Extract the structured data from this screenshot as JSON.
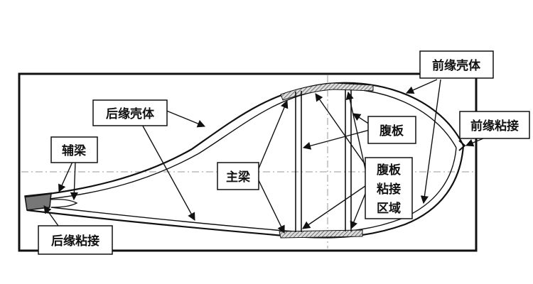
{
  "labels": {
    "leading_edge_shell": "前缘壳体",
    "leading_edge_bond": "前缘粘接",
    "trailing_edge_shell": "后缘壳体",
    "trailing_edge_bond": "后缘粘接",
    "auxiliary_beam": "辅梁",
    "main_beam": "主梁",
    "web": "腹板",
    "web_bond_area_line1": "腹板",
    "web_bond_area_line2": "粘接",
    "web_bond_area_line3": "区域"
  },
  "colors": {
    "ink": "#111111",
    "centerline": "#9a9a9a",
    "hatch": "#555555",
    "label_bg": "#ffffff"
  }
}
